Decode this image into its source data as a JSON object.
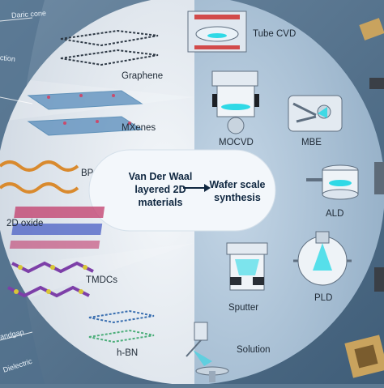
{
  "edge_labels": {
    "top": "Daric cone",
    "second": "ction",
    "bandgap": "andgap",
    "dielectric": "Dielectric"
  },
  "materials": [
    {
      "id": "graphene",
      "label": "Graphene",
      "colors": [
        "#2e3945",
        "#7a8794"
      ]
    },
    {
      "id": "mxenes",
      "label": "MXenes",
      "colors": [
        "#2a6ea3",
        "#c94b6d"
      ]
    },
    {
      "id": "bp",
      "label": "BP",
      "colors": [
        "#d98a2e",
        "#b8651a"
      ]
    },
    {
      "id": "2d-oxide",
      "label": "2D oxide",
      "colors": [
        "#c23b6a",
        "#4a5fc4"
      ]
    },
    {
      "id": "tmdcs",
      "label": "TMDCs",
      "colors": [
        "#7d3fa8",
        "#d8c636"
      ]
    },
    {
      "id": "h-bn",
      "label": "h-BN",
      "colors": [
        "#3a6fb0",
        "#4cae7a"
      ]
    }
  ],
  "center": {
    "left_lines": [
      "Van Der Waal",
      "layered 2D",
      "materials"
    ],
    "right_lines": [
      "Wafer scale",
      "synthesis"
    ]
  },
  "methods": [
    {
      "id": "tube-cvd",
      "label": "Tube CVD"
    },
    {
      "id": "mocvd",
      "label": "MOCVD"
    },
    {
      "id": "mbe",
      "label": "MBE"
    },
    {
      "id": "ald",
      "label": "ALD"
    },
    {
      "id": "sputter",
      "label": "Sputter"
    },
    {
      "id": "pld",
      "label": "PLD"
    },
    {
      "id": "solution",
      "label": "Solution"
    }
  ],
  "colors": {
    "outer_dark": "#4d6b86",
    "left_panel": "#e3e8ee",
    "right_panel": "#a8c0d6",
    "center_pill": "#f2f6fa",
    "glow": "#2fd9e6"
  }
}
